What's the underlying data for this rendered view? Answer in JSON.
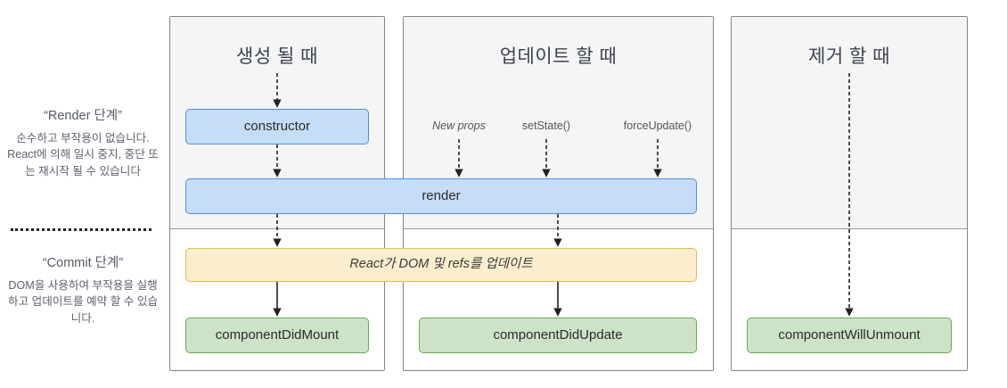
{
  "diagram": {
    "title": "React Lifecycle Methods Diagram (Korean)",
    "phases": [
      {
        "id": "render",
        "title": "“Render 단계”",
        "description": "순수하고 부작용이 없습니다. React에 의해 일시 중지, 중단 또는 재시작 될 수 있습니다"
      },
      {
        "id": "commit",
        "title": "“Commit 단계”",
        "description": "DOM을 사용하여 부작용을 실행하고 업데이트를 예약 할 수 있습니다."
      }
    ],
    "columns": [
      {
        "id": "mounting",
        "title": "생성 될 때"
      },
      {
        "id": "updating",
        "title": "업데이트 할 때"
      },
      {
        "id": "unmounting",
        "title": "제거 할 때"
      }
    ],
    "triggers": [
      {
        "id": "new-props",
        "label": "New props",
        "style": "italic"
      },
      {
        "id": "set-state",
        "label": "setState()",
        "style": "normal"
      },
      {
        "id": "force-update",
        "label": "forceUpdate()",
        "style": "normal"
      }
    ],
    "boxes": [
      {
        "id": "constructor",
        "label": "constructor",
        "color": "blue"
      },
      {
        "id": "render",
        "label": "render",
        "color": "blue"
      },
      {
        "id": "react-dom-refs",
        "label": "React가 DOM 및 refs를 업데이트",
        "color": "yellow"
      },
      {
        "id": "componentDidMount",
        "label": "componentDidMount",
        "color": "green"
      },
      {
        "id": "componentDidUpdate",
        "label": "componentDidUpdate",
        "color": "green"
      },
      {
        "id": "componentWillUnmount",
        "label": "componentWillUnmount",
        "color": "green"
      }
    ],
    "colors": {
      "blue_fill": "#c5ddf7",
      "blue_border": "#4a90e2",
      "yellow_fill": "#fcedce",
      "yellow_border": "#e8b84b",
      "green_fill": "#cde3c8",
      "green_border": "#6aa84f",
      "panel_head": "#f5f5f5",
      "panel_border": "#848484",
      "arrow": "#222222"
    }
  }
}
